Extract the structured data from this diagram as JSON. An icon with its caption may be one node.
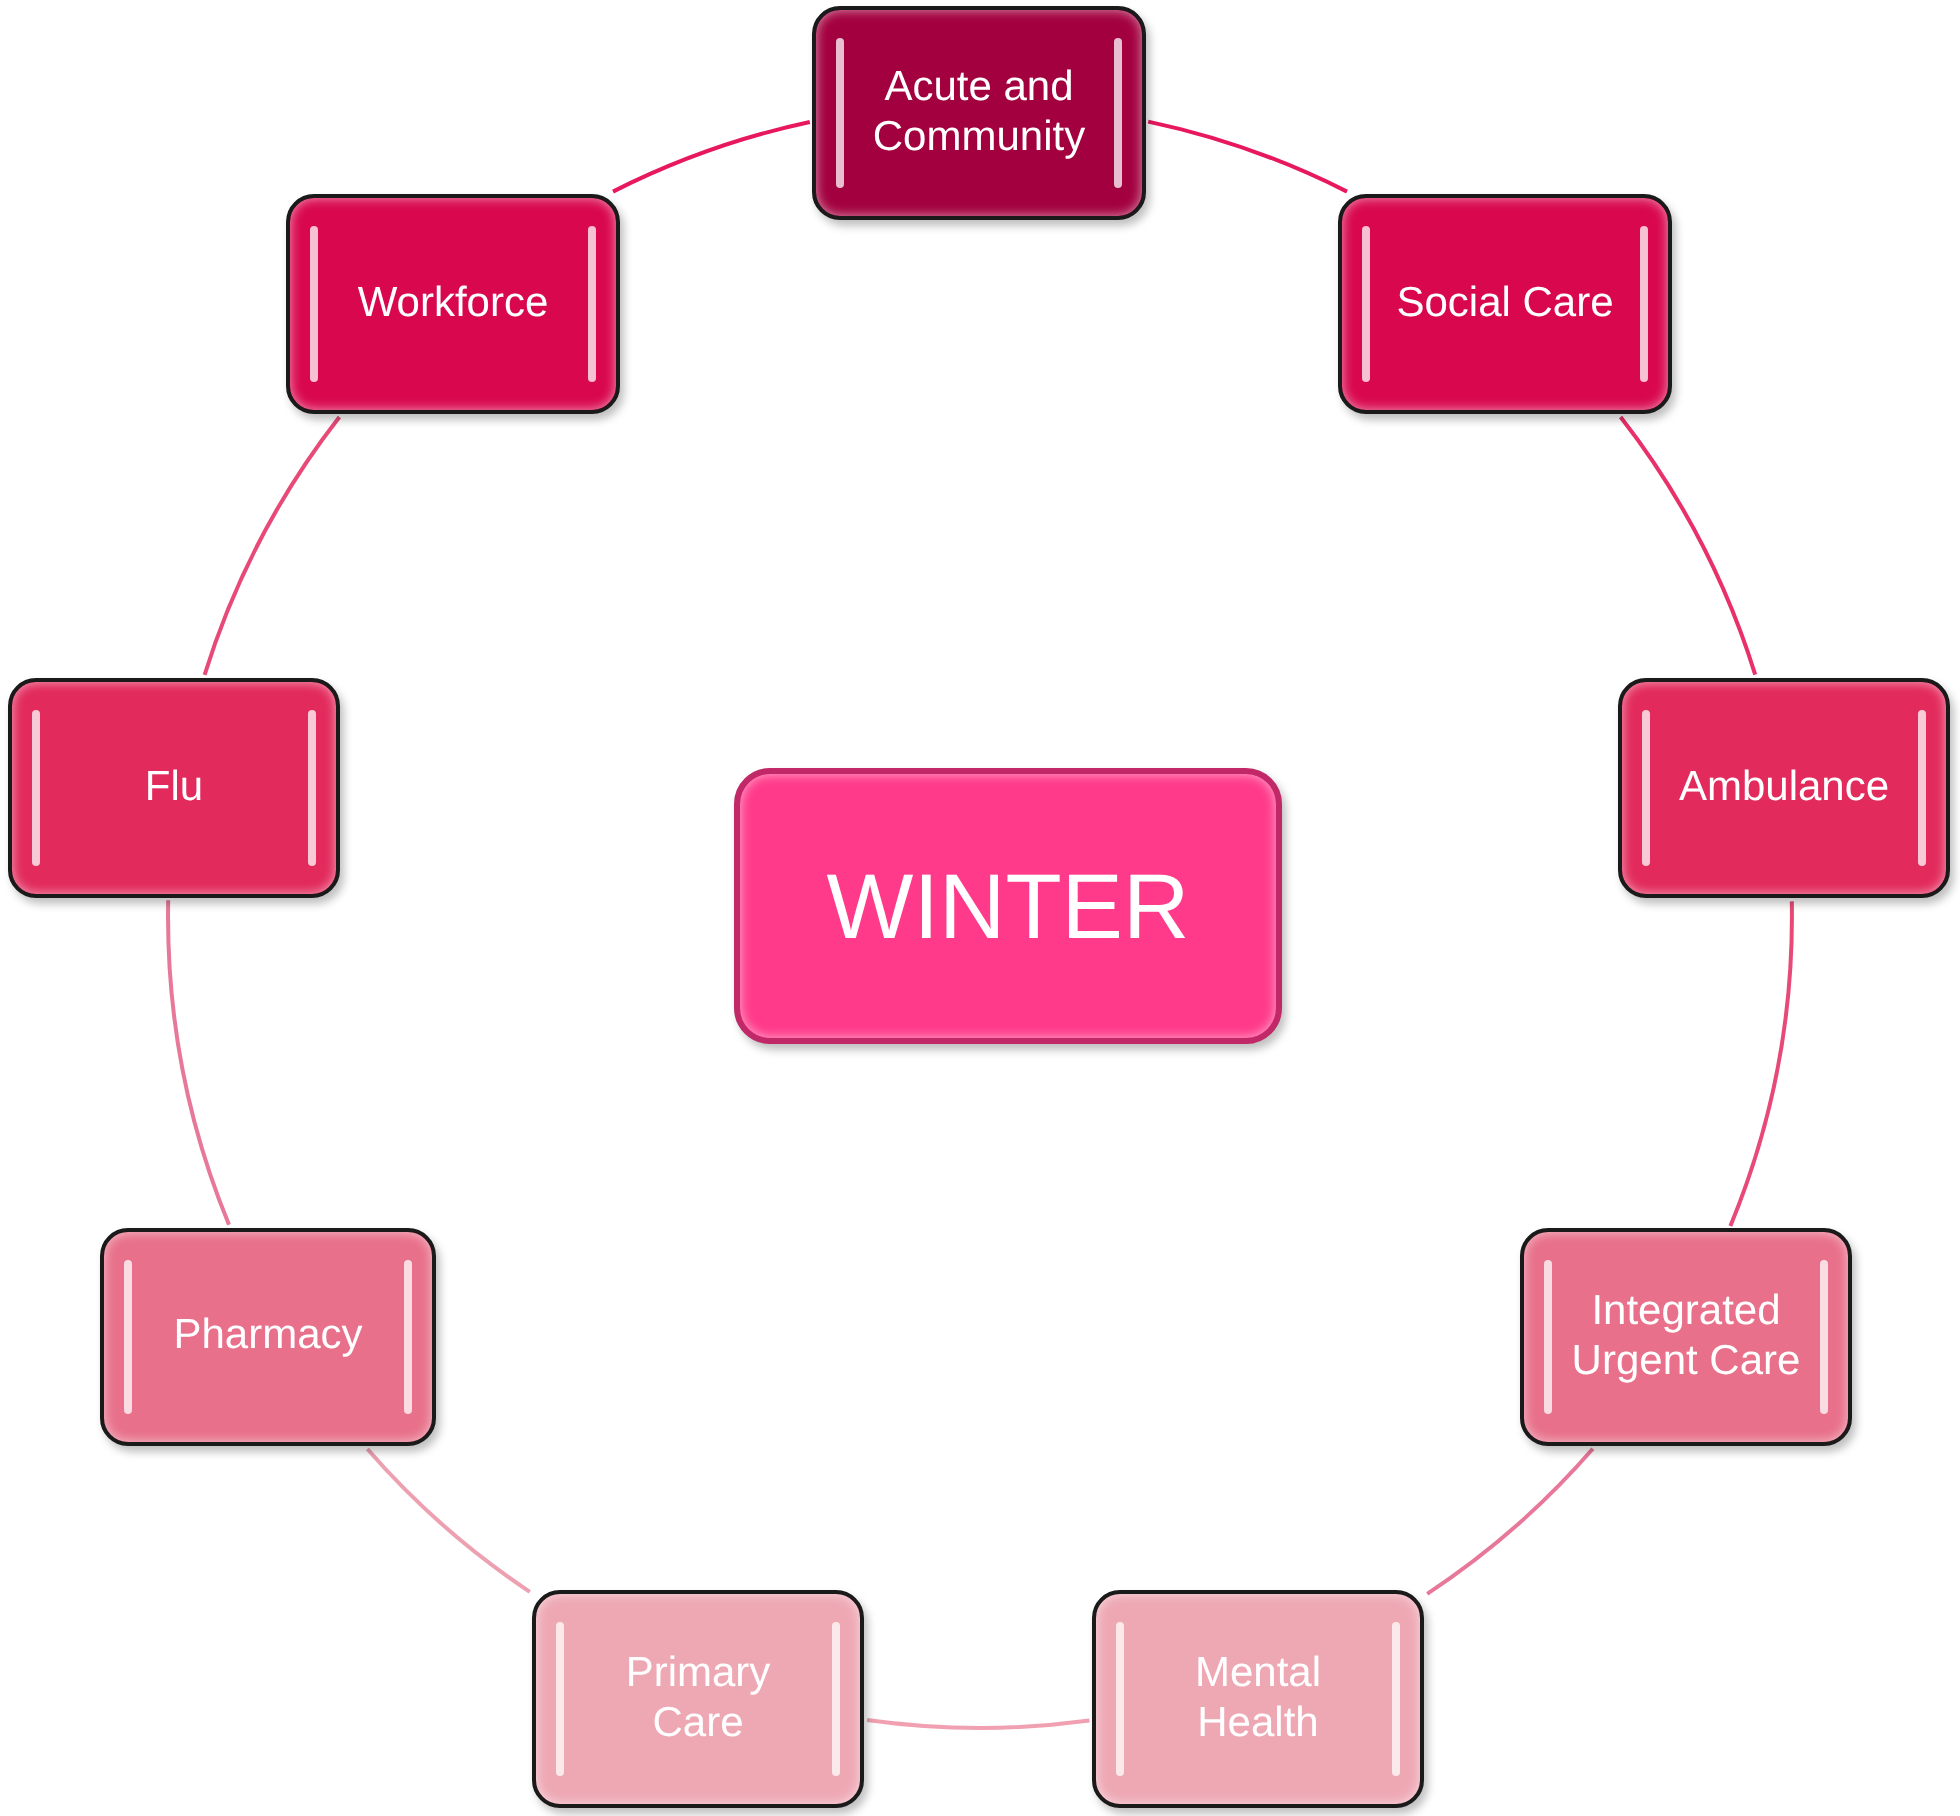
{
  "diagram": {
    "nodes": [
      {
        "text": [
          "Acute and Community"
        ]
      },
      {
        "text": [
          "Social Care"
        ]
      },
      {
        "text": [
          "Ambulance"
        ]
      },
      {
        "text": [
          "Integrated Urgent Care"
        ]
      },
      {
        "text": [
          "Mental Health"
        ]
      },
      {
        "text": [
          "Primary Care"
        ]
      },
      {
        "text": [
          "Pharmacy"
        ]
      },
      {
        "text": [
          "Flu"
        ]
      },
      {
        "text": [
          "Workforce"
        ]
      },
      {
        "text": [
          "WINTER"
        ]
      }
    ],
    "edges": [
      {
        "from": 0,
        "to": 1,
        "arrow": "none",
        "color": "#e8185e"
      },
      {
        "from": 1,
        "to": 2,
        "arrow": "none",
        "color": "#e8306a"
      },
      {
        "from": 2,
        "to": 3,
        "arrow": "none",
        "color": "#e84a78"
      },
      {
        "from": 3,
        "to": 4,
        "arrow": "none",
        "color": "#e8789a"
      },
      {
        "from": 4,
        "to": 5,
        "arrow": "none",
        "color": "#f0a0b0"
      },
      {
        "from": 5,
        "to": 6,
        "arrow": "none",
        "color": "#eca0b0"
      },
      {
        "from": 6,
        "to": 7,
        "arrow": "none",
        "color": "#e8789a"
      },
      {
        "from": 7,
        "to": 8,
        "arrow": "none",
        "color": "#e84a78"
      },
      {
        "from": 8,
        "to": 0,
        "arrow": "none",
        "color": "#e8185e"
      }
    ]
  }
}
